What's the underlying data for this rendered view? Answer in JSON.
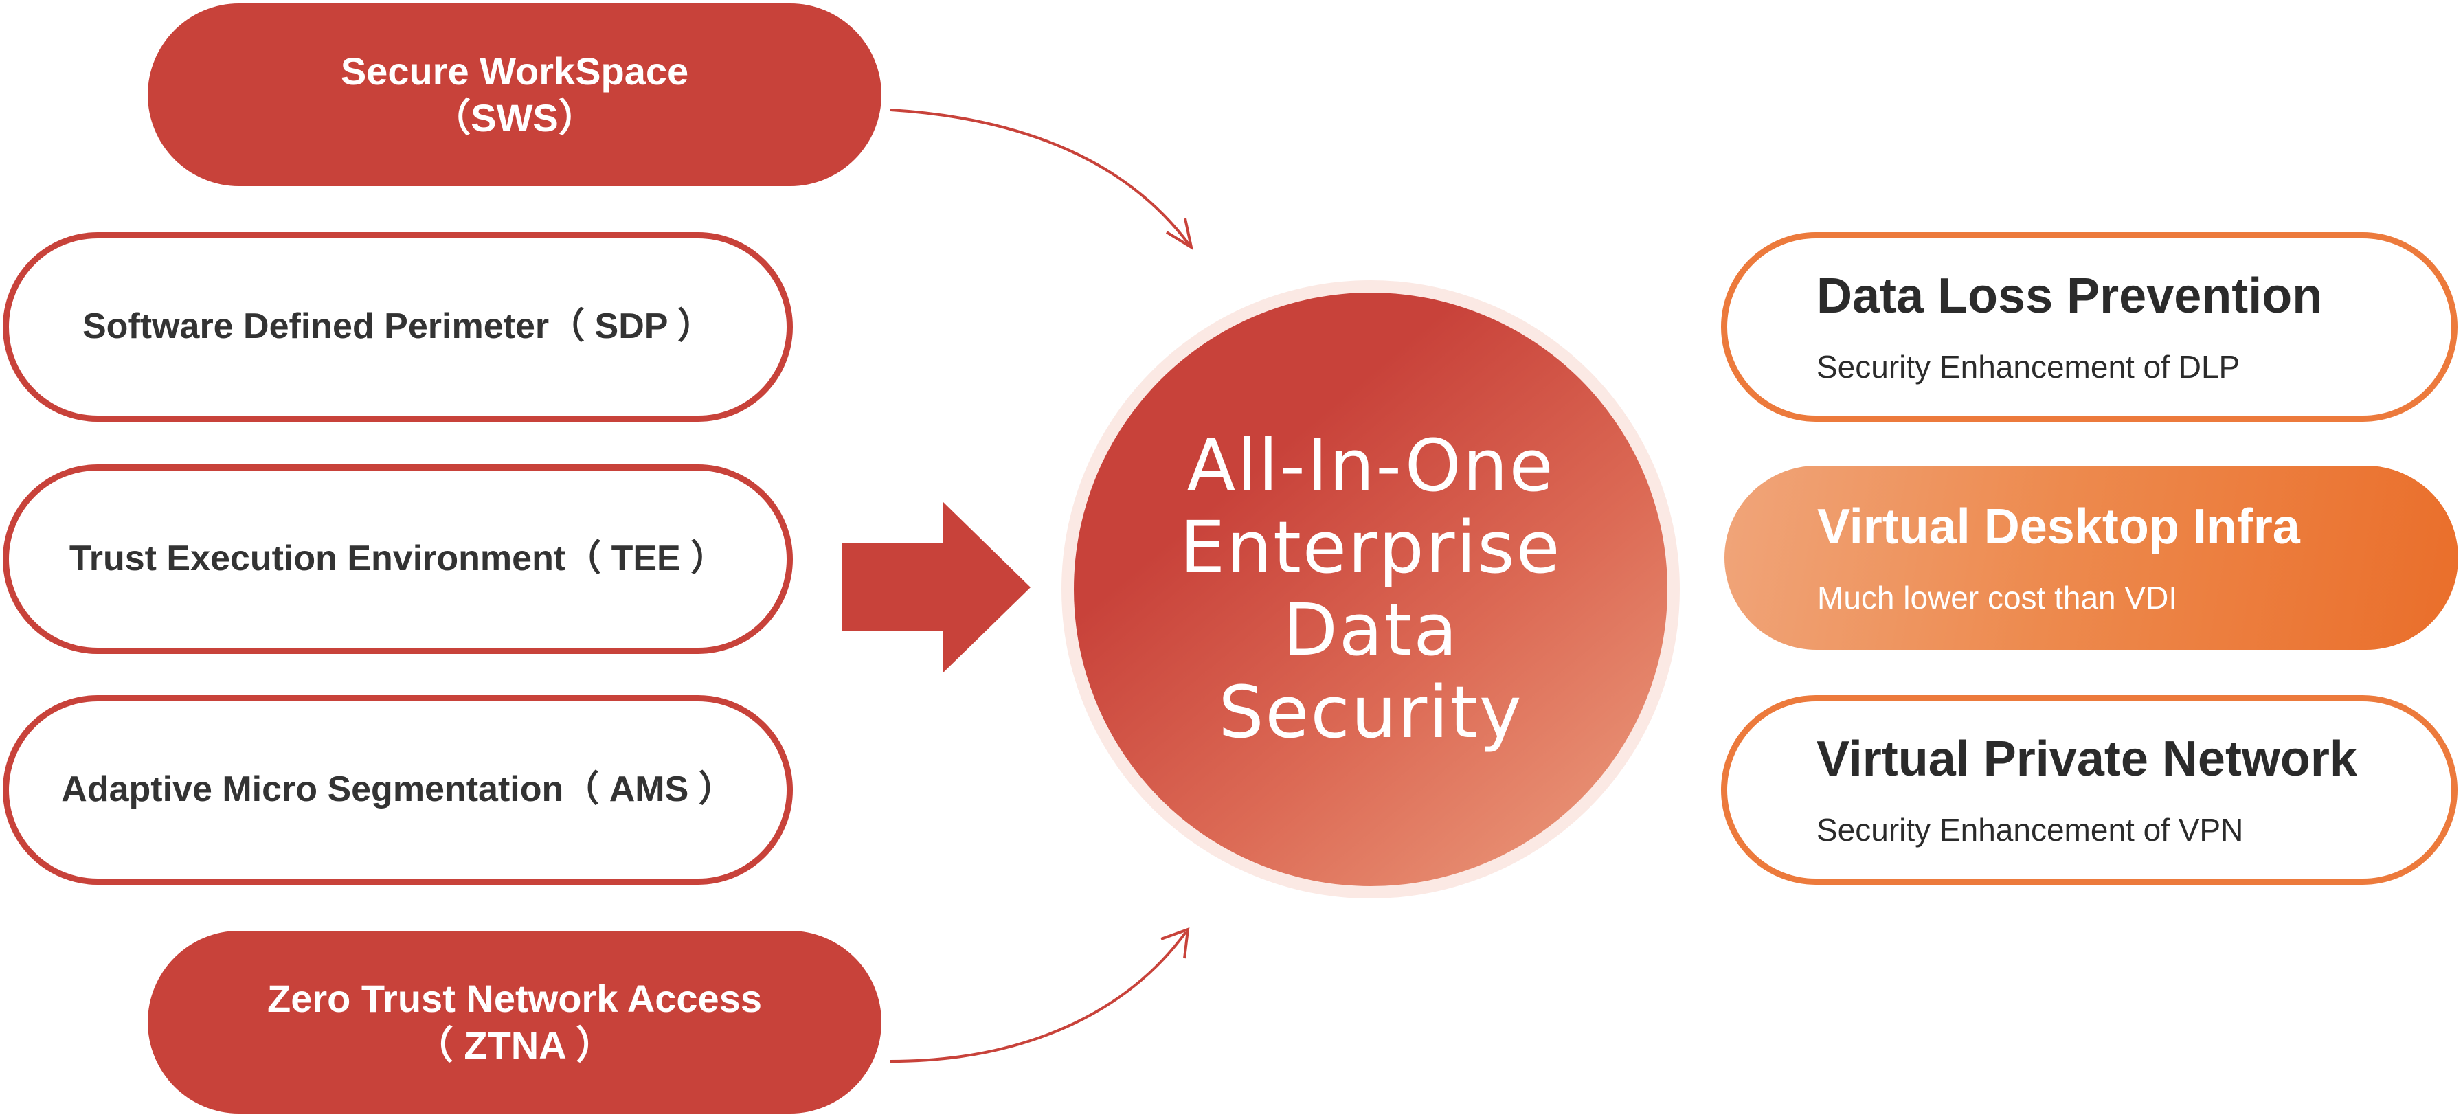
{
  "left_items": [
    {
      "lines": [
        "Secure WorkSpace",
        "（SWS）"
      ]
    },
    {
      "lines": [
        "Software Defined Perimeter（ SDP ）"
      ]
    },
    {
      "lines": [
        "Trust Execution Environment（ TEE ）"
      ]
    },
    {
      "lines": [
        "Adaptive Micro Segmentation（ AMS ）"
      ]
    },
    {
      "lines": [
        "Zero Trust Network Access",
        "（ ZTNA ）"
      ]
    }
  ],
  "center": {
    "lines": [
      "All-In-One",
      "Enterprise",
      "Data",
      "Security"
    ]
  },
  "right_items": [
    {
      "title": "Data Loss Prevention",
      "subtitle": "Security Enhancement of DLP"
    },
    {
      "title": "Virtual Desktop Infra",
      "subtitle": "Much lower cost than VDI"
    },
    {
      "title": "Virtual Private Network",
      "subtitle": "Security Enhancement of VPN"
    }
  ],
  "colors": {
    "primary_red": "#c8423a",
    "accent_orange": "#ec7a3c"
  }
}
